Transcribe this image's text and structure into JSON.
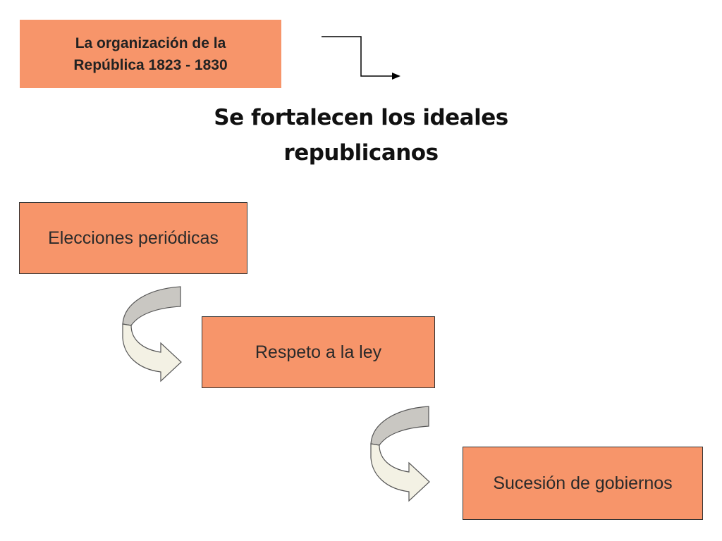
{
  "title_box": {
    "line1": "La organización de la",
    "line2": "República 1823 - 1830"
  },
  "heading": {
    "line1": "Se fortalecen los ideales",
    "line2": "republicanos"
  },
  "steps": [
    {
      "label": "Elecciones periódicas"
    },
    {
      "label": "Respeto a la ley"
    },
    {
      "label": "Sucesión de gobiernos"
    }
  ],
  "colors": {
    "box_fill": "#f7956a",
    "box_border": "#333333",
    "arrow_light": "#f3f1e4",
    "arrow_dark": "#c9c7c2",
    "connector": "#000000"
  }
}
